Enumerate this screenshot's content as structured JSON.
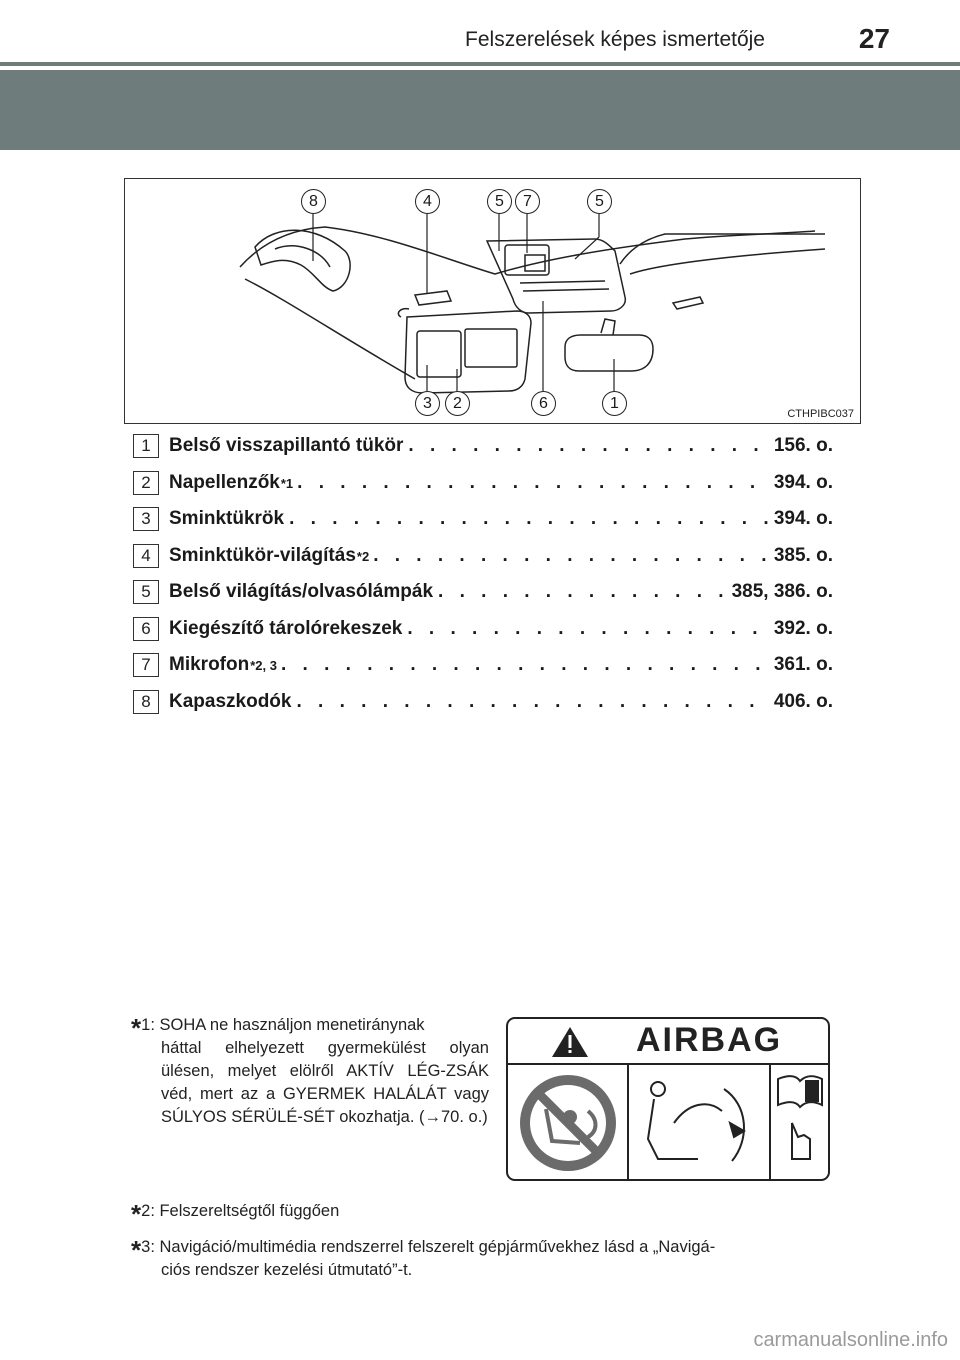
{
  "header": {
    "title": "Felszerelések képes ismertetője",
    "page_number": "27"
  },
  "figure": {
    "code": "CTHPIBC037",
    "callouts_top": [
      "8",
      "4",
      "5",
      "7",
      "5"
    ],
    "callouts_bottom": [
      "3",
      "2",
      "6",
      "1"
    ]
  },
  "items": [
    {
      "num": "1",
      "label": "Belső visszapillantó tükör",
      "sup": "",
      "page": "156. o."
    },
    {
      "num": "2",
      "label": "Napellenzők",
      "sup": "*1",
      "page": "394. o."
    },
    {
      "num": "3",
      "label": "Sminktükrök",
      "sup": "",
      "page": "394. o."
    },
    {
      "num": "4",
      "label": "Sminktükör-világítás",
      "sup": "*2",
      "page": "385. o."
    },
    {
      "num": "5",
      "label": "Belső világítás/olvasólámpák",
      "sup": "",
      "page": "385, 386. o."
    },
    {
      "num": "6",
      "label": "Kiegészítő tárolórekeszek",
      "sup": "",
      "page": "392. o."
    },
    {
      "num": "7",
      "label": "Mikrofon",
      "sup": "*2, 3",
      "page": "361. o."
    },
    {
      "num": "8",
      "label": "Kapaszkodók",
      "sup": "",
      "page": "406. o."
    }
  ],
  "footnotes": {
    "fn1_mark": "1",
    "fn1_first": ": SOHA ne használjon menetiránynak",
    "fn1_rest": "háttal elhelyezett gyermekülést olyan ülésen, melyet elölről AKTÍV LÉG-ZSÁK véd, mert az a GYERMEK HALÁLÁT vagy SÚLYOS SÉRÜLÉ-SÉT okozhatja. (→70. o.)",
    "fn2_mark": "2",
    "fn2_text": ": Felszereltségtől függően",
    "fn3_mark": "3",
    "fn3_first": ": Navigáció/multimédia rendszerrel felszerelt gépjárművekhez lásd a „Navigá-",
    "fn3_rest": "ciós rendszer kezelési útmutató”-t."
  },
  "airbag_label": {
    "title": "AIRBAG"
  },
  "watermark": "carmanualsonline.info",
  "colors": {
    "band": "#6e7c7b",
    "airbag_gray": "#6b6b6b",
    "text": "#1a1a1a"
  }
}
